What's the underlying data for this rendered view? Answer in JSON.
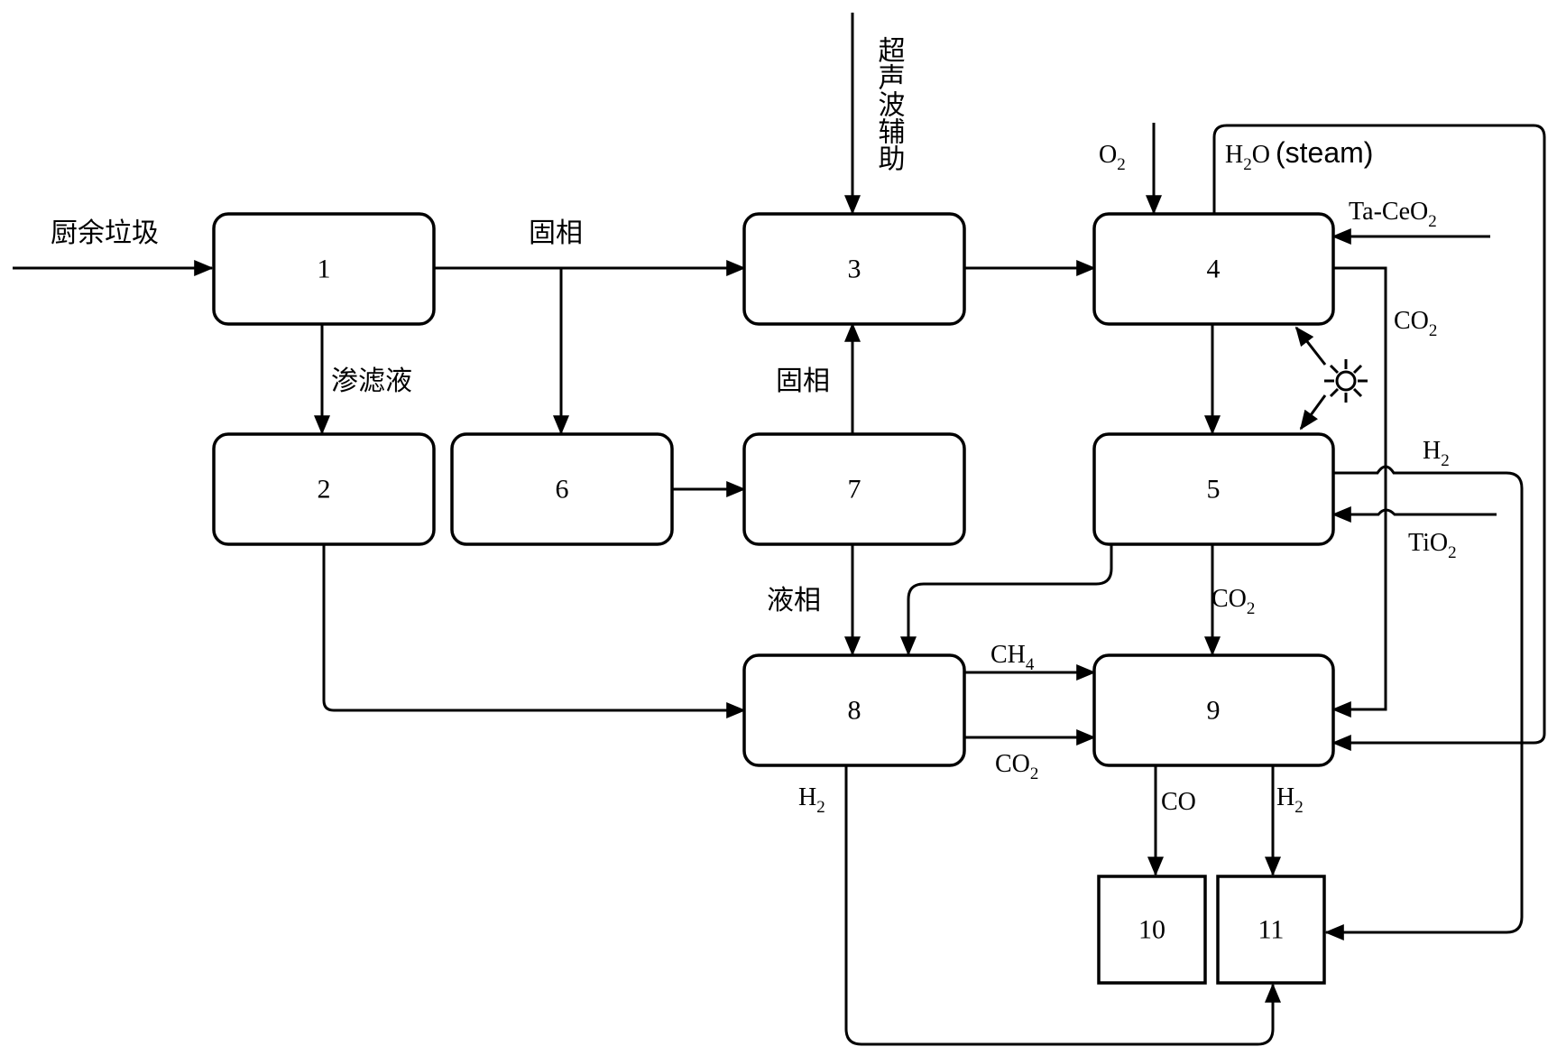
{
  "nodes": {
    "n1": "1",
    "n2": "2",
    "n3": "3",
    "n4": "4",
    "n5": "5",
    "n6": "6",
    "n7": "7",
    "n8": "8",
    "n9": "9",
    "n10": "10",
    "n11": "11"
  },
  "labels": {
    "food_waste": "厨余垃圾",
    "solid_phase_top": "固相",
    "leachate": "渗滤液",
    "ultrasonic_assist": "超声波辅助",
    "solid_phase_mid": "固相",
    "liquid_phase": "液相"
  },
  "chem": {
    "o2": {
      "main": "O",
      "sub": "2",
      "tail": ""
    },
    "h2o_steam": {
      "main": "H",
      "sub": "2",
      "tail": "O",
      "extra": "(steam)"
    },
    "ta_ceo2": {
      "main": "Ta-CeO",
      "sub": "2",
      "tail": ""
    },
    "co2_right": {
      "main": "CO",
      "sub": "2",
      "tail": ""
    },
    "h2_right": {
      "main": "H",
      "sub": "2",
      "tail": ""
    },
    "tio2": {
      "main": "TiO",
      "sub": "2",
      "tail": ""
    },
    "co2_5to9": {
      "main": "CO",
      "sub": "2",
      "tail": ""
    },
    "ch4": {
      "main": "CH",
      "sub": "4",
      "tail": ""
    },
    "co2_8to9": {
      "main": "CO",
      "sub": "2",
      "tail": ""
    },
    "h2_left": {
      "main": "H",
      "sub": "2",
      "tail": ""
    },
    "co": {
      "main": "CO",
      "sub": "",
      "tail": ""
    },
    "h2_9to11": {
      "main": "H",
      "sub": "2",
      "tail": ""
    }
  },
  "icons": {
    "light": "sun-icon"
  }
}
